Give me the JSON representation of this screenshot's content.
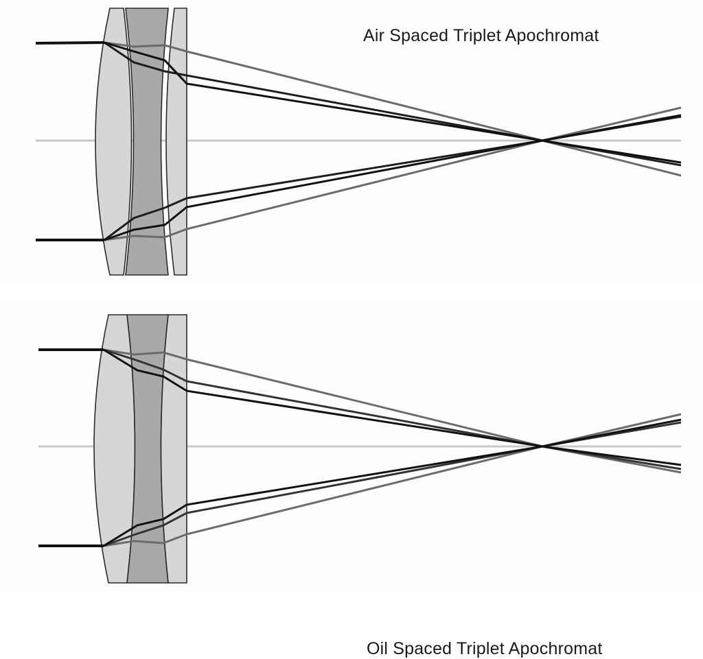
{
  "diagrams": [
    {
      "title": "Air Spaced Triplet Apochromat",
      "spacing": "air"
    },
    {
      "title": "Oil Spaced Triplet Apochromat",
      "spacing": "oil"
    }
  ],
  "colors": {
    "outer_lens_fill": "#d6d6d6",
    "middle_lens_fill": "#a9a9a9",
    "lens_outline": "#2a2a2a",
    "optical_axis": "#c9c9c9",
    "ray_dark": "#111111",
    "ray_mid": "#333333",
    "ray_light": "#6b6b6b"
  }
}
